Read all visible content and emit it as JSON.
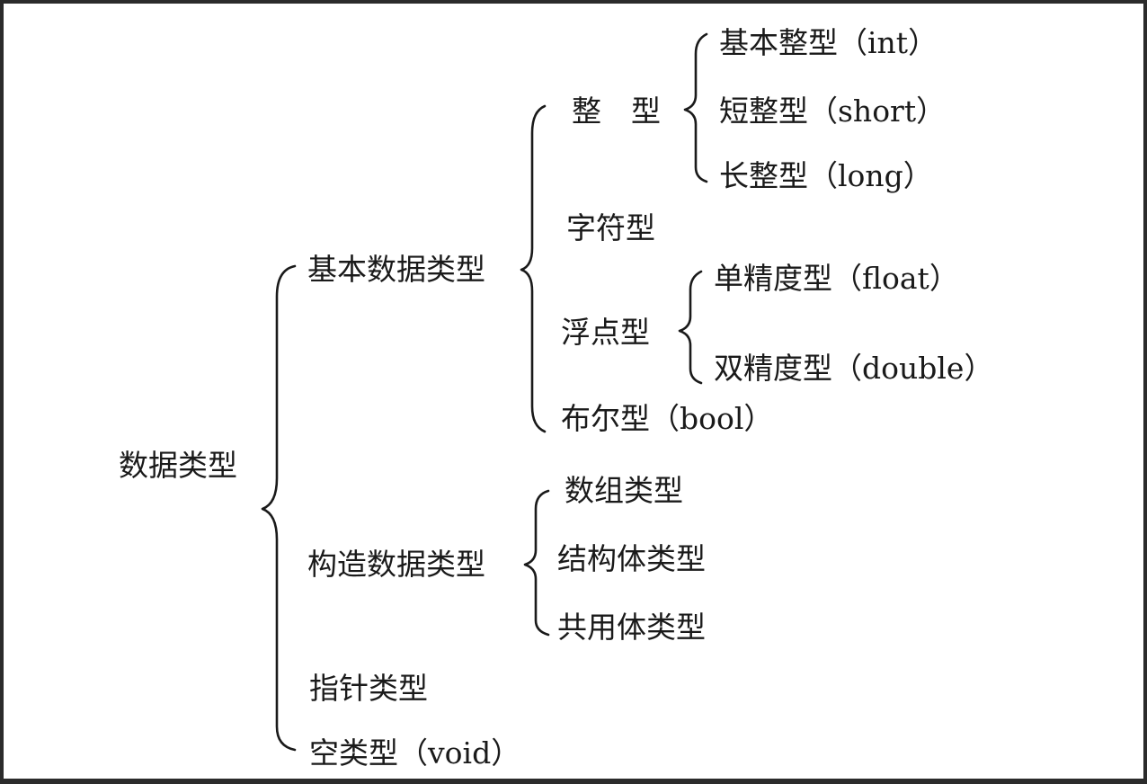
{
  "diagram": {
    "root": "数据类型",
    "basic": {
      "label": "基本数据类型",
      "integer": {
        "label": "整　型",
        "children": [
          "基本整型（int）",
          "短整型（short）",
          "长整型（long）"
        ]
      },
      "char": "字符型",
      "float": {
        "label": "浮点型",
        "children": [
          "单精度型（float）",
          "双精度型（double）"
        ]
      },
      "bool": "布尔型（bool）"
    },
    "constructed": {
      "label": "构造数据类型",
      "children": [
        "数组类型",
        "结构体类型",
        "共用体类型"
      ]
    },
    "pointer": "指针类型",
    "void": "空类型（void）"
  }
}
